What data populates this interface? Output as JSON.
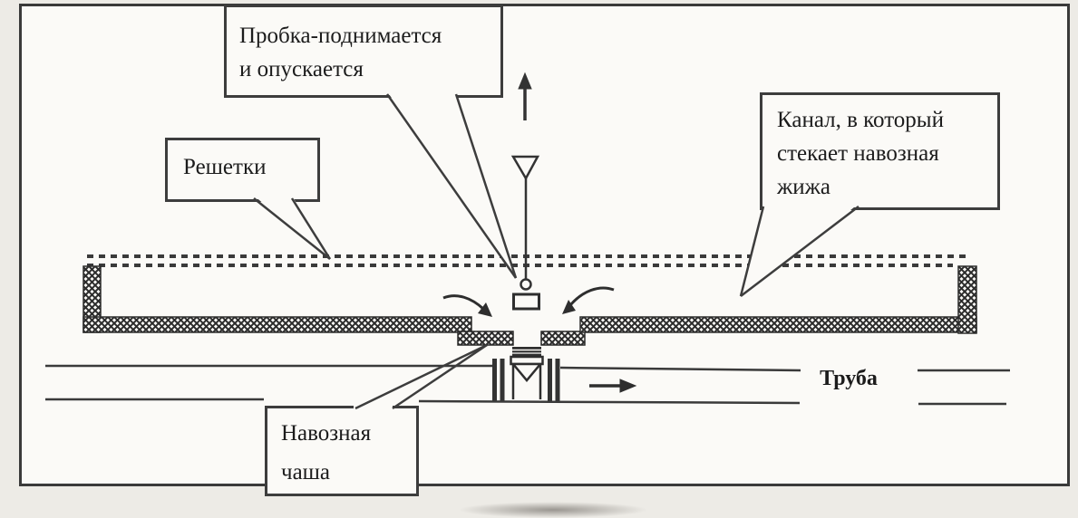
{
  "figure": {
    "type": "schematic-diagram",
    "language": "ru",
    "subject": "Slatted floor channel with manure bowl, lifting plug and drain pipe"
  },
  "colors": {
    "line": "#383838",
    "paper": "#fbfaf7",
    "background": "#edebe6",
    "text": "#1c1c1c"
  },
  "callouts": {
    "plug": {
      "text": "Пробка-поднимается\nи опускается"
    },
    "grates": {
      "text": "Решетки"
    },
    "channel": {
      "text": "Канал, в который\nстекает навозная\nжижа"
    },
    "bowl": {
      "text": "Навозная\nчаша"
    }
  },
  "labels": {
    "pipe": "Труба"
  },
  "icons": {
    "plug_lift_arrow": "up-arrow",
    "flow_into_bowl_left": "curved-arrow-right-down",
    "flow_into_bowl_right": "curved-arrow-left-down",
    "pipe_flow_arrow": "right-arrow"
  }
}
